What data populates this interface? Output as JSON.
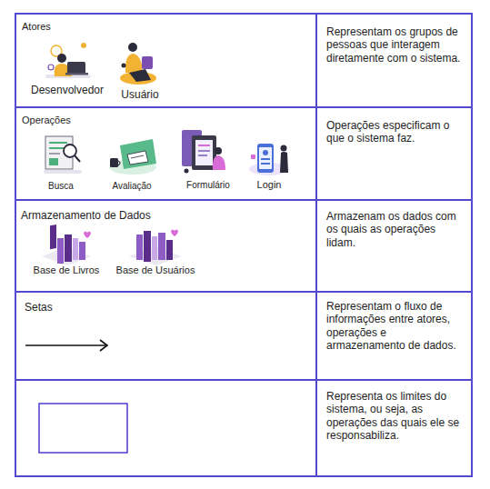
{
  "diagram": {
    "nodes": [
      {
        "text": [
          "Atores",
          "Desenvolvedor",
          "Usuário"
        ]
      },
      {
        "text": [
          "Representam os grupos de pessoas que interagem diretamente com o sistema."
        ]
      },
      {
        "text": [
          "Operações",
          "Busca",
          "Avaliação",
          "Formulário",
          "Login"
        ]
      },
      {
        "text": [
          "Operações especificam o que o sistema faz."
        ]
      },
      {
        "text": [
          "Armazenamento de Dados",
          "Base de Livros",
          "Base de Usuários"
        ]
      },
      {
        "text": [
          "Armazenam os dados com os quais as operações lidam."
        ]
      },
      {
        "text": [
          "Setas"
        ]
      },
      {
        "text": [
          "Representam o fluxo de informações entre atores, operações e armazenamento de dados."
        ]
      },
      {
        "text": [
          "Representa os limites do sistema, ou seja, as operações das quais ele se responsabiliza."
        ]
      }
    ]
  }
}
